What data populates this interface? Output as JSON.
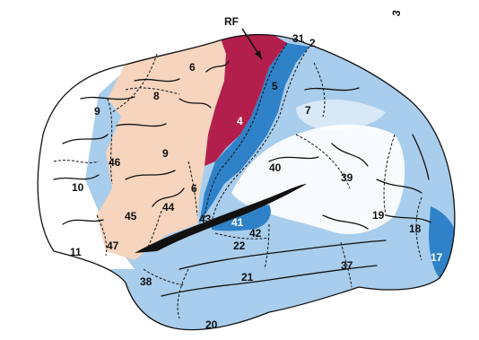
{
  "colors": {
    "prefrontal": "#ffffff",
    "premotor": "#f6d4be",
    "primary_motor": "#b31f4d",
    "primary_somatosensory": "#2f82c7",
    "association_light_blue": "#a9cdec",
    "visual_dark_blue": "#2f82c7",
    "outline": "#111111"
  },
  "labels": {
    "rf": "RF",
    "corner_mark": "3",
    "a31": "31",
    "a2": "2",
    "a5": "5",
    "a6_top": "6",
    "a8": "8",
    "a9_top": "9",
    "a4": "4",
    "a7": "7",
    "a9_mid": "9",
    "a46": "46",
    "a10": "10",
    "a6_low": "6",
    "a40": "40",
    "a39": "39",
    "a44": "44",
    "a45": "45",
    "a43": "43",
    "a41": "41",
    "a42": "42",
    "a22": "22",
    "a47": "47",
    "a11": "11",
    "a19": "19",
    "a18": "18",
    "a17": "17",
    "a21": "21",
    "a37": "37",
    "a38": "38",
    "a20": "20"
  }
}
